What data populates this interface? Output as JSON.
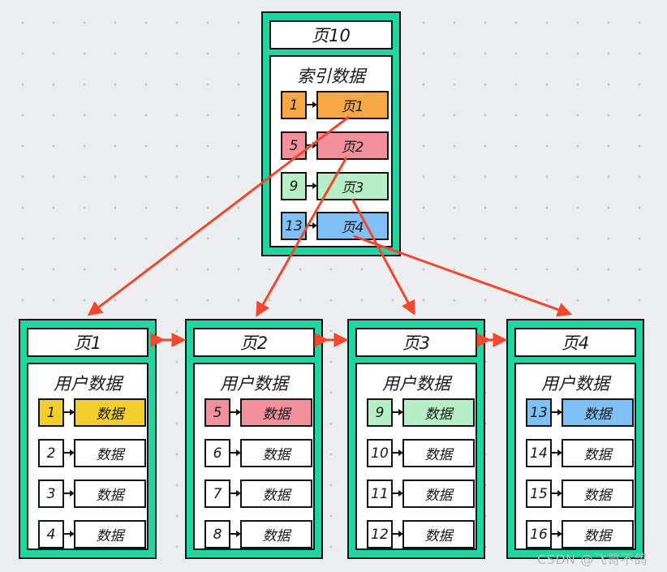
{
  "colors": {
    "background": "#edeef0",
    "frame_teal": "#1ed7a0",
    "outline_black": "#141414",
    "arrow_red": "#f4472e",
    "orange": "#f7a845",
    "pink": "#f2909b",
    "green": "#b7f0c6",
    "blue": "#7fc0f7",
    "yellow": "#f2cf2c",
    "white": "#ffffff"
  },
  "watermark": "CSDN @飞哥不鸽",
  "index_page": {
    "title": "页10",
    "section_title": "索引数据",
    "rows": [
      {
        "key": "1",
        "value": "页1",
        "fill": "#f7a845"
      },
      {
        "key": "5",
        "value": "页2",
        "fill": "#f2909b"
      },
      {
        "key": "9",
        "value": "页3",
        "fill": "#b7f0c6"
      },
      {
        "key": "13",
        "value": "页4",
        "fill": "#7fc0f7"
      }
    ]
  },
  "data_pages": [
    {
      "title": "页1",
      "section_title": "用户数据",
      "rows": [
        {
          "key": "1",
          "value": "数据",
          "fill": "#f2cf2c"
        },
        {
          "key": "2",
          "value": "数据",
          "fill": "#ffffff"
        },
        {
          "key": "3",
          "value": "数据",
          "fill": "#ffffff"
        },
        {
          "key": "4",
          "value": "数据",
          "fill": "#ffffff"
        }
      ]
    },
    {
      "title": "页2",
      "section_title": "用户数据",
      "rows": [
        {
          "key": "5",
          "value": "数据",
          "fill": "#f2909b"
        },
        {
          "key": "6",
          "value": "数据",
          "fill": "#ffffff"
        },
        {
          "key": "7",
          "value": "数据",
          "fill": "#ffffff"
        },
        {
          "key": "8",
          "value": "数据",
          "fill": "#ffffff"
        }
      ]
    },
    {
      "title": "页3",
      "section_title": "用户数据",
      "rows": [
        {
          "key": "9",
          "value": "数据",
          "fill": "#b7f0c6"
        },
        {
          "key": "10",
          "value": "数据",
          "fill": "#ffffff"
        },
        {
          "key": "11",
          "value": "数据",
          "fill": "#ffffff"
        },
        {
          "key": "12",
          "value": "数据",
          "fill": "#ffffff"
        }
      ]
    },
    {
      "title": "页4",
      "section_title": "用户数据",
      "rows": [
        {
          "key": "13",
          "value": "数据",
          "fill": "#7fc0f7"
        },
        {
          "key": "14",
          "value": "数据",
          "fill": "#ffffff"
        },
        {
          "key": "15",
          "value": "数据",
          "fill": "#ffffff"
        },
        {
          "key": "16",
          "value": "数据",
          "fill": "#ffffff"
        }
      ]
    }
  ]
}
